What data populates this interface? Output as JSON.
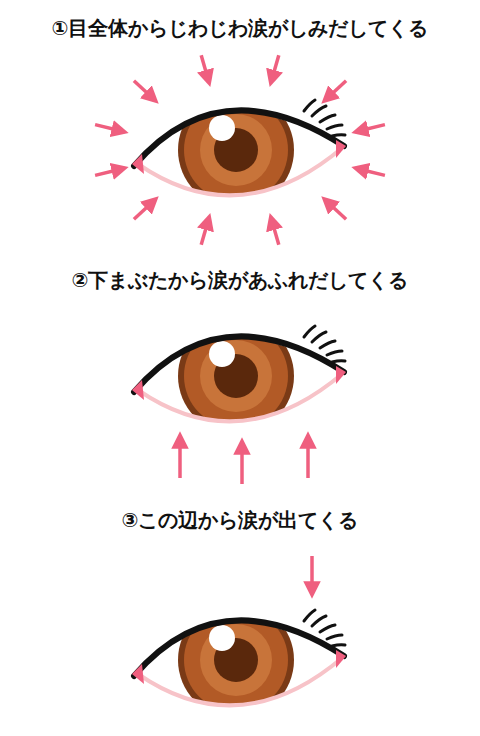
{
  "diagram": {
    "labels": [
      "①目全体からじわじわ涙がしみだしてくる",
      "②下まぶたから涙があふれだしてくる",
      "③この辺から涙が出てくる"
    ]
  }
}
